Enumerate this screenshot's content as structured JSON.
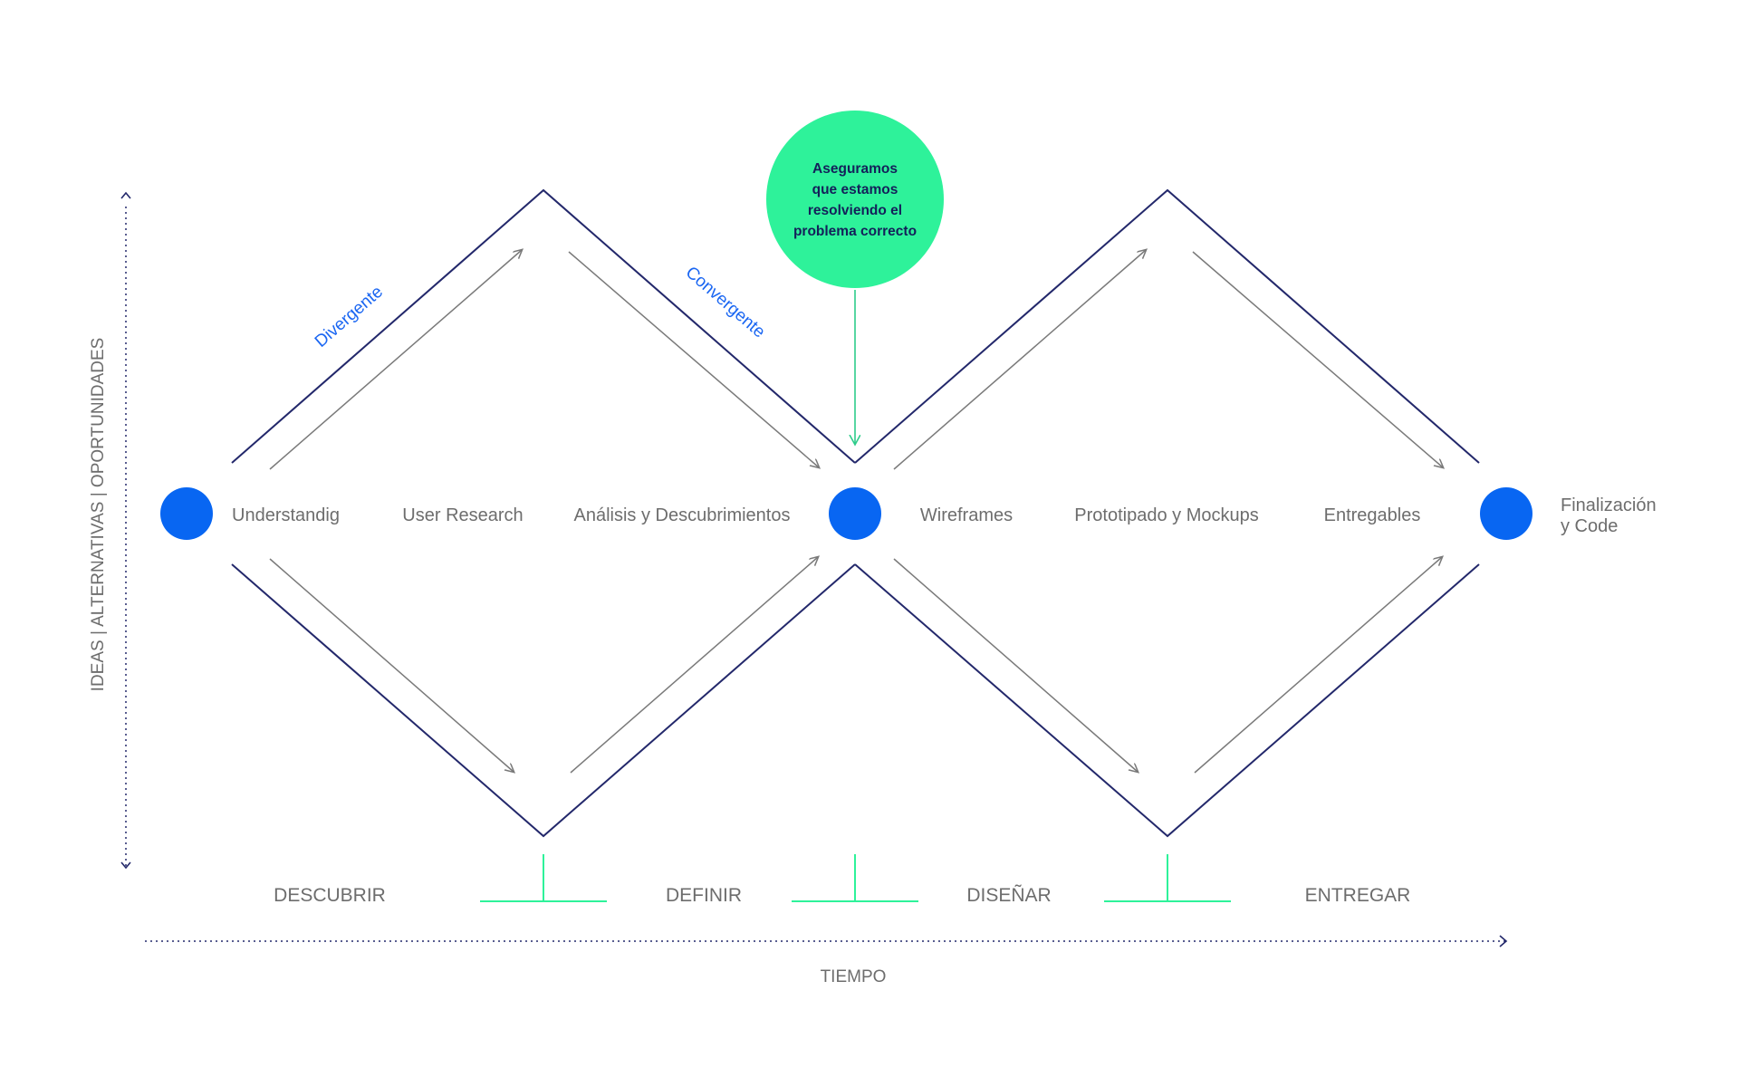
{
  "colors": {
    "diamond_stroke": "#23286b",
    "flow_arrow": "#7a7a7a",
    "node": "#0866f2",
    "accent_green": "#2ef29a",
    "direction_text": "#1a66f2",
    "label_text": "#6d6d6d",
    "callout_text": "#14205a"
  },
  "axis": {
    "vertical_label": "IDEAS | ALTERNATIVAS | OPORTUNIDADES",
    "horizontal_label": "TIEMPO"
  },
  "direction_labels": {
    "divergent": "Divergente",
    "convergent": "Convergente"
  },
  "callout": {
    "lines": [
      "Aseguramos",
      "que estamos",
      "resolviendo el",
      "problema correcto"
    ]
  },
  "stage_labels": {
    "understanding": "Understandig",
    "user_research": "User Research",
    "analysis": "Análisis y Descubrimientos",
    "wireframes": "Wireframes",
    "prototyping": "Prototipado y Mockups",
    "deliverables": "Entregables",
    "final_line_1": "Finalización",
    "final_line_2": "y Code"
  },
  "phases": {
    "discover": "DESCUBRIR",
    "define": "DEFINIR",
    "design": "DISEÑAR",
    "deliver": "ENTREGAR"
  }
}
